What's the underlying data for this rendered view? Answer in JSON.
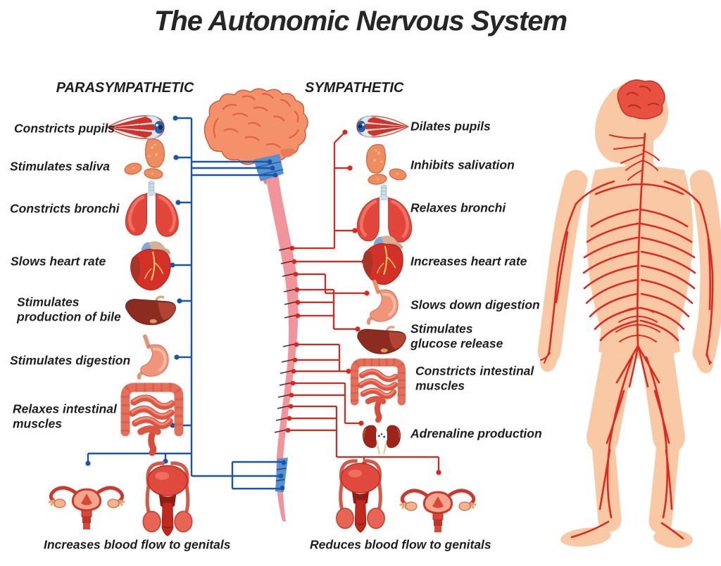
{
  "title": "The Autonomic Nervous System",
  "columns": {
    "parasympathetic": {
      "header": "PARASYMPATHETIC",
      "items": [
        {
          "organ": "eye",
          "label": "Constricts pupils"
        },
        {
          "organ": "salivary-glands",
          "label": "Stimulates saliva"
        },
        {
          "organ": "lungs",
          "label": "Constricts bronchi"
        },
        {
          "organ": "heart",
          "label": "Slows heart rate"
        },
        {
          "organ": "liver",
          "label": "Stimulates production of bile"
        },
        {
          "organ": "stomach",
          "label": "Stimulates digestion"
        },
        {
          "organ": "intestines",
          "label": "Relaxes intestinal muscles"
        },
        {
          "organ": "reproductive-organs",
          "label": "Increases blood flow to genitals"
        }
      ]
    },
    "sympathetic": {
      "header": "SYMPATHETIC",
      "items": [
        {
          "organ": "eye",
          "label": "Dilates pupils"
        },
        {
          "organ": "salivary-glands",
          "label": "Inhibits salivation"
        },
        {
          "organ": "lungs",
          "label": "Relaxes bronchi"
        },
        {
          "organ": "heart",
          "label": "Increases heart rate"
        },
        {
          "organ": "stomach",
          "label": "Slows down digestion"
        },
        {
          "organ": "liver",
          "label": "Stimulates glucose release"
        },
        {
          "organ": "intestines",
          "label": "Constricts intestinal muscles"
        },
        {
          "organ": "adrenal-kidneys",
          "label": "Adrenaline production"
        },
        {
          "organ": "reproductive-organs",
          "label": "Reduces blood flow to genitals"
        }
      ]
    }
  },
  "theme": {
    "blue": "#1a55a5",
    "red": "#dc251c",
    "text": "#1e1e1e",
    "spine_pink": "#f2949b",
    "stem_blue": "#5590d2",
    "skin": "#f8c9a4",
    "nerve_red": "#e0281e",
    "brain_orange": "#f4906a"
  }
}
